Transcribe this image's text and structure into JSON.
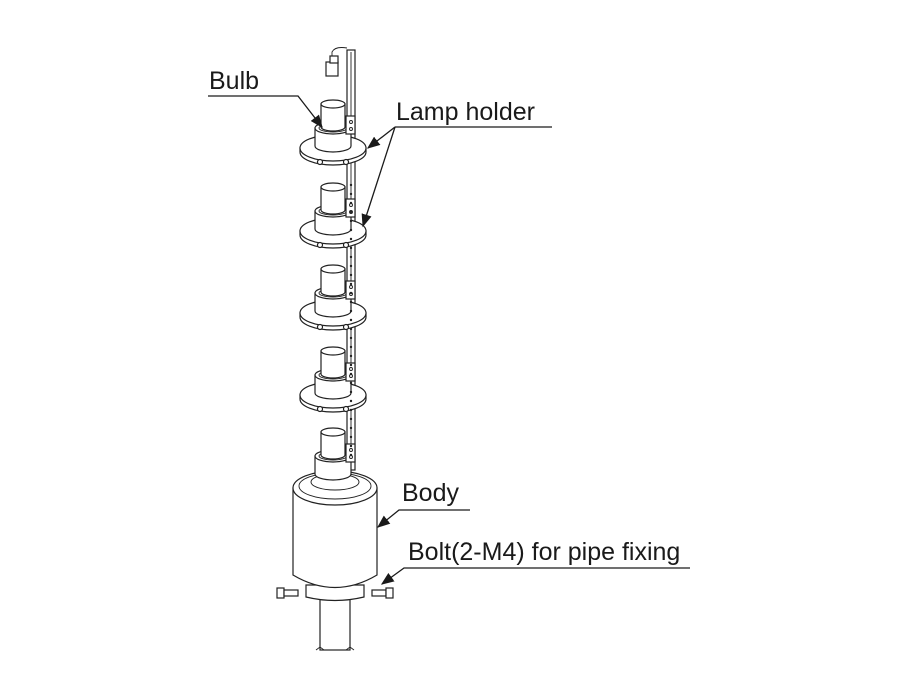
{
  "labels": {
    "bulb": "Bulb",
    "lamp_holder": "Lamp holder",
    "body": "Body",
    "bolt": "Bolt(2-M4) for pipe fixing"
  },
  "tiers": 5
}
